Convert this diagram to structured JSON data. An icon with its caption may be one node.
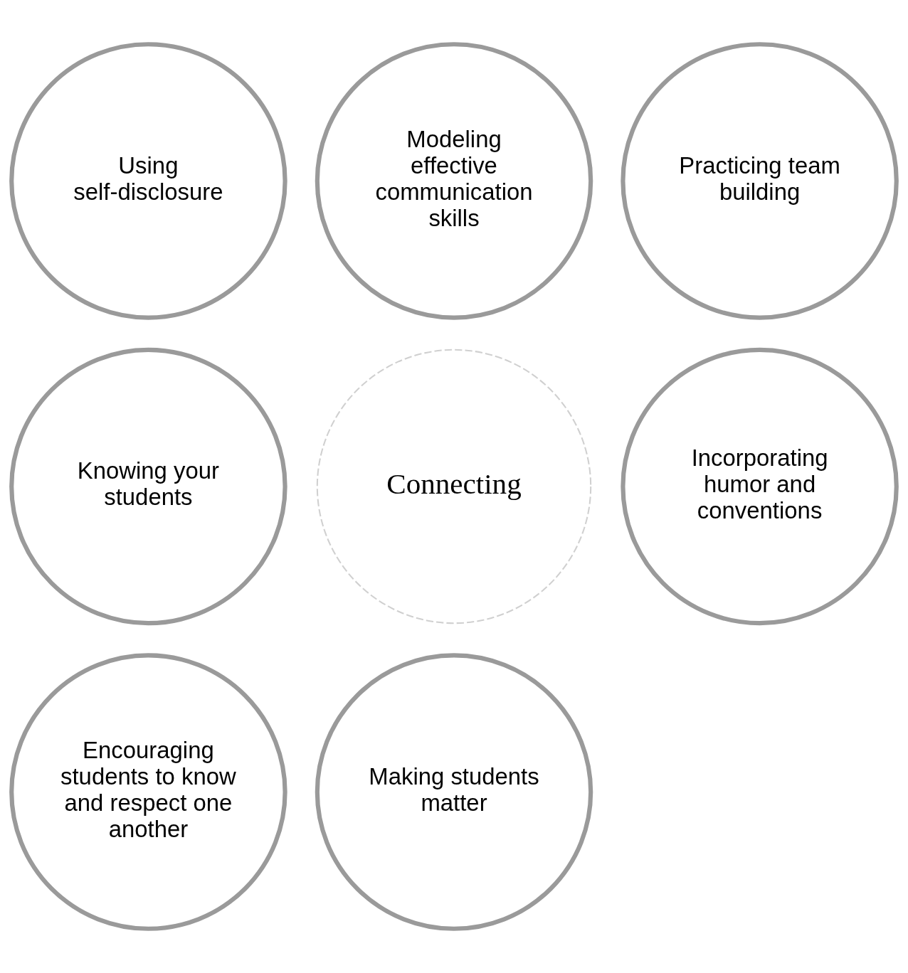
{
  "diagram": {
    "nodes": [
      {
        "text": [
          "Modeling effective communication skills"
        ]
      },
      {
        "text": [
          "Using self-disclosure"
        ]
      },
      {
        "text": [
          "Practicing team building"
        ]
      },
      {
        "text": [
          "Connecting"
        ]
      },
      {
        "text": [
          "Knowing your students"
        ]
      },
      {
        "text": [
          "Incorporating humor and conventions"
        ]
      },
      {
        "text": [
          "Encouraging students to know and respect one another"
        ]
      },
      {
        "text": [
          "Making students matter"
        ]
      }
    ]
  }
}
